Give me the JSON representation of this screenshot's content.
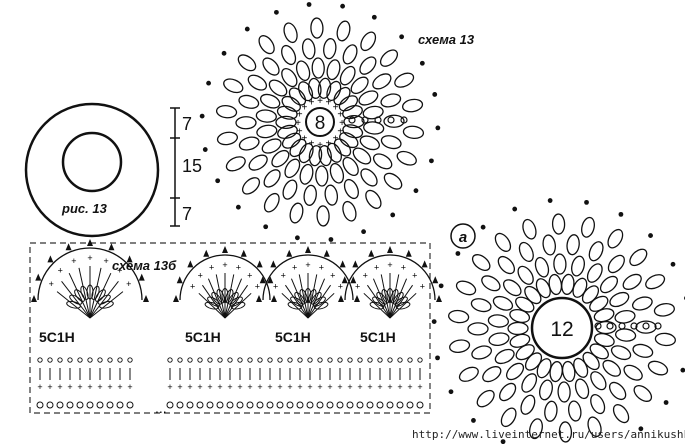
{
  "labels": {
    "scheme13": "схема 13",
    "fig13": "рис. 13",
    "scheme13b": "схема 13б",
    "marker_a": "а"
  },
  "dimensions": [
    "7",
    "15",
    "7"
  ],
  "center_counts": {
    "small_flower": "8",
    "large_flower": "12"
  },
  "stitch_group_label": "5С1Н",
  "edging_dots": "...",
  "watermark_url": "http://www.liveinternet.ru/users/annikushka/"
}
